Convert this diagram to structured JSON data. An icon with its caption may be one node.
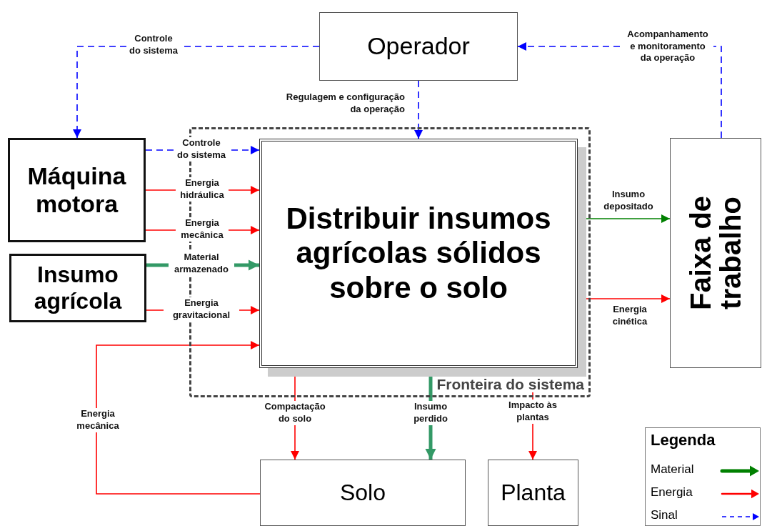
{
  "diagram": {
    "nodes": [
      {
        "text": [
          "Operador"
        ]
      },
      {
        "text": [
          "Fronteira do sistema"
        ]
      },
      {
        "text": [
          "Distribuir insumos agrícolas sólidos sobre o solo"
        ],
        "in": 1
      },
      {
        "text": [
          "Máquina motora"
        ]
      },
      {
        "text": [
          "Insumo agrícola"
        ]
      },
      {
        "text": [
          "Faixa de trabalho"
        ]
      },
      {
        "text": [
          "Solo"
        ]
      },
      {
        "text": [
          "Planta"
        ]
      }
    ],
    "edges": [
      {
        "from": 0,
        "to": 3,
        "arrow": "to",
        "label": "Controle do sistema",
        "style": "dashed",
        "color": "#0000ff"
      },
      {
        "from": 0,
        "to": 2,
        "arrow": "to",
        "label": "Regulagem e configuração da operação",
        "style": "dashed",
        "color": "#0000ff"
      },
      {
        "from": 5,
        "to": 0,
        "arrow": "to",
        "label": "Acompanhamento e monitoramento da operação",
        "style": "dashed",
        "color": "#0000ff"
      },
      {
        "from": 3,
        "to": 2,
        "arrow": "to",
        "label": "Controle do sistema",
        "style": "dashed",
        "color": "#0000ff"
      },
      {
        "from": 3,
        "to": 2,
        "arrow": "to",
        "label": "Energia hidráulica"
      },
      {
        "from": 3,
        "to": 2,
        "arrow": "to",
        "label": "Energia mecânica"
      },
      {
        "from": 4,
        "to": 2,
        "arrow": "to",
        "label": "Material armazenado",
        "style": "thick",
        "color": "#339966"
      },
      {
        "from": 4,
        "to": 2,
        "arrow": "to",
        "label": "Energia gravitacional"
      },
      {
        "from": 2,
        "to": 5,
        "arrow": "to",
        "label": "Insumo depositado",
        "color": "#008000"
      },
      {
        "from": 2,
        "to": 5,
        "arrow": "to",
        "label": "Energia cinética"
      },
      {
        "from": 2,
        "to": 6,
        "arrow": "to",
        "label": "Compactação do solo"
      },
      {
        "from": 2,
        "to": 6,
        "arrow": "to",
        "label": "Insumo perdido",
        "style": "thick",
        "color": "#339966"
      },
      {
        "from": 2,
        "to": 7,
        "arrow": "to",
        "label": "Impacto às plantas"
      },
      {
        "from": 6,
        "to": 2,
        "arrow": "to",
        "label": "Energia mecânica"
      }
    ],
    "labels": [
      "Legenda"
    ],
    "legend": [
      {
        "text": "Material"
      },
      {
        "text": "Energia"
      },
      {
        "text": "Sinal"
      }
    ]
  }
}
